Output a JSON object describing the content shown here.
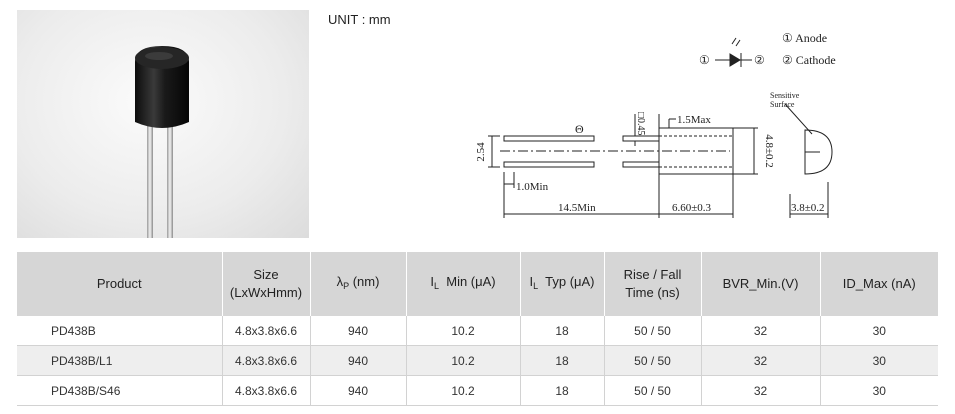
{
  "unit_label": "UNIT : mm",
  "drawing": {
    "legend_anode": "① Anode",
    "legend_cathode": "② Cathode",
    "pin1": "①",
    "pin2": "②",
    "dim_pin_size": "□0.45",
    "dim_body_front": "1.5Max",
    "dim_theta": "Θ",
    "dim_pitch": "2.54",
    "dim_height": "4.8±0.2",
    "dim_lead_min": "1.0Min",
    "dim_lead_length": "14.5Min",
    "dim_body_length": "6.60±0.3",
    "dim_width": "3.8±0.2",
    "sensitive_line1": "Sensitive",
    "sensitive_line2": "Surface"
  },
  "table": {
    "headers": {
      "product": "Product",
      "size_line1": "Size",
      "size_line2": "(LxWxHmm)",
      "lambda_sym": "λ",
      "lambda_sub": "P",
      "lambda_unit": "(nm)",
      "il_min_sym": "I",
      "il_min_sub": "L",
      "il_min_text": "Min (μA)",
      "il_typ_sym": "I",
      "il_typ_sub": "L",
      "il_typ_text": "Typ (μA)",
      "rise_line1": "Rise / Fall",
      "rise_line2": "Time (ns)",
      "bvr": "BVR_Min.(V)",
      "id": "ID_Max (nA)"
    },
    "rows": [
      [
        "PD438B",
        "4.8x3.8x6.6",
        "940",
        "10.2",
        "18",
        "50 / 50",
        "32",
        "30"
      ],
      [
        "PD438B/L1",
        "4.8x3.8x6.6",
        "940",
        "10.2",
        "18",
        "50 / 50",
        "32",
        "30"
      ],
      [
        "PD438B/S46",
        "4.8x3.8x6.6",
        "940",
        "10.2",
        "18",
        "50 / 50",
        "32",
        "30"
      ]
    ]
  }
}
